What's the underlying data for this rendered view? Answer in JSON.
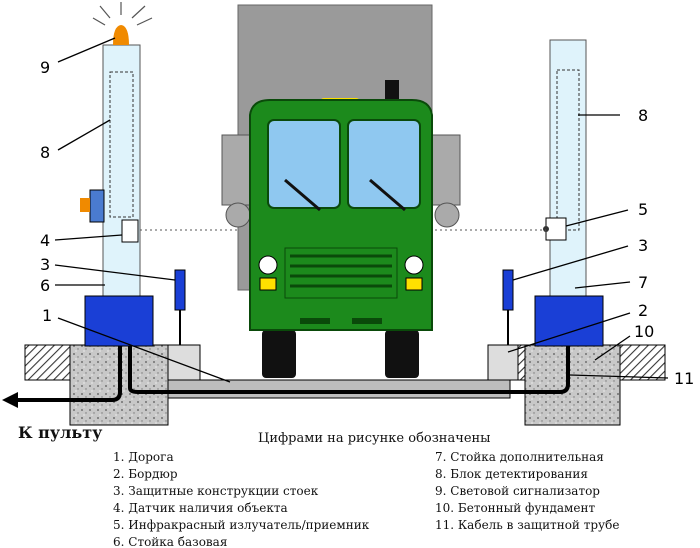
{
  "labels": {
    "n1": "1",
    "n2": "2",
    "n3a": "3",
    "n3b": "3",
    "n4": "4",
    "n5": "5",
    "n6": "6",
    "n7": "7",
    "n8a": "8",
    "n8b": "8",
    "n9": "9",
    "n10": "10",
    "n11": "11"
  },
  "to_console": "К пульту",
  "legend_title": "Цифрами на рисунке обозначены",
  "legend_left": [
    "1. Дорога",
    "2. Бордюр",
    "3. Защитные конструкции стоек",
    "4. Датчик наличия объекта",
    "5. Инфракрасный излучатель/приемник",
    "6. Стойка базовая"
  ],
  "legend_right": [
    "7. Стойка дополнительная",
    "8. Блок детектирования",
    "9. Световой сигнализатор",
    "10. Бетонный фундамент",
    "11. Кабель в защитной трубе"
  ],
  "colors": {
    "pillar": "#dff3fb",
    "base": "#1a3fd6",
    "cab": "#1c8a1c",
    "box": "#9a9a9a",
    "signal": "#f08a00"
  }
}
